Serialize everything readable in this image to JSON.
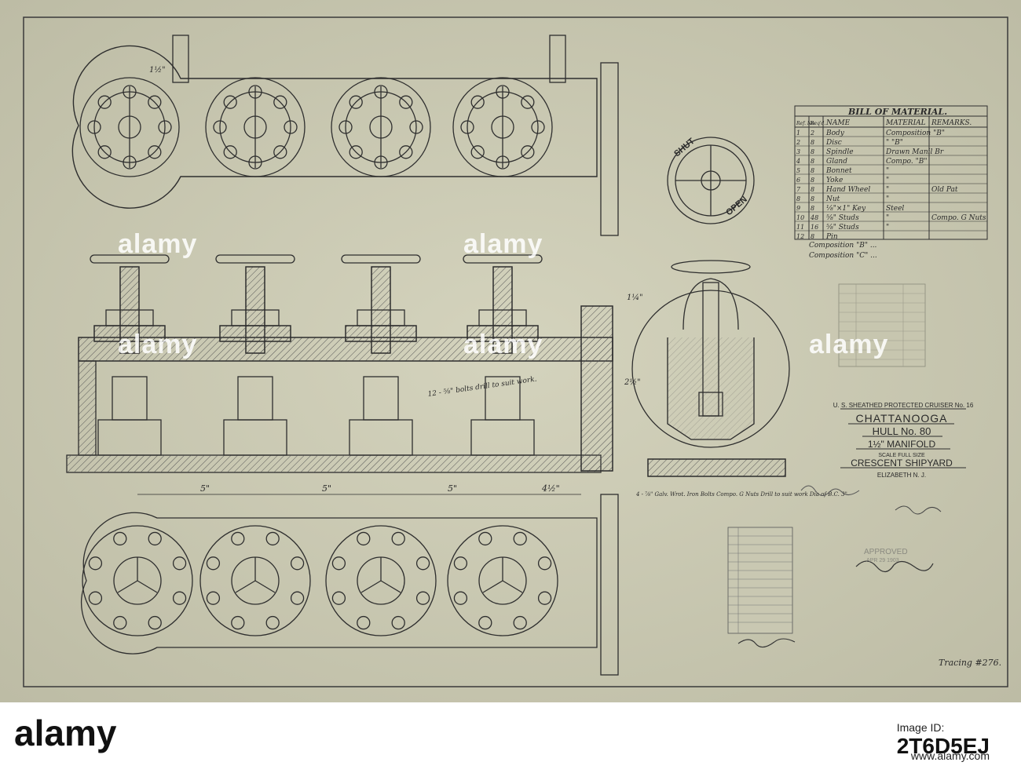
{
  "bom": {
    "title": "BILL OF MATERIAL.",
    "headers": [
      "Ref. No.",
      "Req'd.",
      "NAME",
      "MATERIAL",
      "REMARKS."
    ],
    "rows": [
      [
        "1",
        "2",
        "Body",
        "Composition \"B\"",
        ""
      ],
      [
        "2",
        "8",
        "Disc",
        "\"   \"B\"",
        ""
      ],
      [
        "3",
        "8",
        "Spindle",
        "Drawn Manil Br",
        ""
      ],
      [
        "4",
        "8",
        "Gland",
        "Compo.  \"B\"",
        ""
      ],
      [
        "5",
        "8",
        "Bonnet",
        "\"",
        ""
      ],
      [
        "6",
        "8",
        "Yoke",
        "\"",
        ""
      ],
      [
        "7",
        "8",
        "Hand Wheel",
        "\"",
        "Old Pat"
      ],
      [
        "8",
        "8",
        "Nut",
        "\"",
        ""
      ],
      [
        "9",
        "8",
        "⅛\"×1\" Key",
        "Steel",
        ""
      ],
      [
        "10",
        "48",
        "⅝\" Studs",
        "\"",
        "Compo. G Nuts"
      ],
      [
        "11",
        "16",
        "⅝\" Studs",
        "\"",
        ""
      ],
      [
        "12",
        "8",
        "Pin",
        "",
        ""
      ]
    ]
  },
  "composition_notes": {
    "line1": "Composition \"B\" ...",
    "line2": "Composition \"C\" ..."
  },
  "handwheel": {
    "shut_label": "SHUT",
    "open_label": "OPEN"
  },
  "title_block": {
    "line1": "U. S. SHEATHED PROTECTED CRUISER No. 16",
    "line2": "CHATTANOOGA",
    "line3": "HULL No. 80",
    "line4": "1½\" MANIFOLD",
    "line5": "SCALE FULL SIZE",
    "line6": "CRESCENT SHIPYARD",
    "line7": "ELIZABETH  N. J."
  },
  "approval": {
    "label": "APPROVED",
    "date": "APR 29 1903"
  },
  "tracing": "Tracing #276.",
  "dims": {
    "d5a": "5\"",
    "d5b": "5\"",
    "d5c": "5\"",
    "d45": "4½\"",
    "d112": "1½\"",
    "d212": "2½\"",
    "d114": "1¼\""
  },
  "notes": {
    "bolt_note": "12 - ⅝\" bolts drill to suit work.",
    "gate_note": "4 - ⅞\" Galv. Wrot. Iron Bolts Compo. G Nuts Drill to suit work Dia of B.C. 3\""
  },
  "watermark": {
    "logo": "alamy"
  },
  "footer": {
    "logo": "alamy",
    "image_id_label": "Image ID:",
    "image_id": "2T6D5EJ",
    "url": "www.alamy.com"
  }
}
